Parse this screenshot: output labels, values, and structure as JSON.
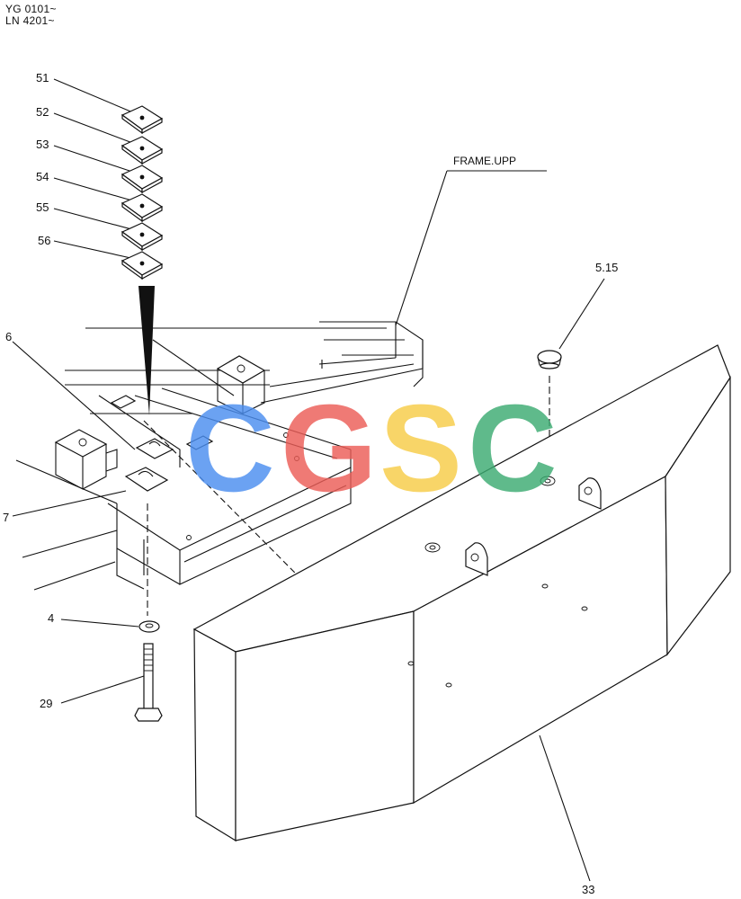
{
  "header": {
    "line1": "YG 0101~",
    "line2": "LN 4201~"
  },
  "labels": {
    "p51": "51",
    "p52": "52",
    "p53": "53",
    "p54": "54",
    "p55": "55",
    "p56": "56",
    "p6": "6",
    "p7": "7",
    "p4": "4",
    "p29": "29",
    "p515": "5.15",
    "p33": "33",
    "frame": "FRAME.UPP"
  },
  "watermark": {
    "letters": [
      "C",
      "G",
      "S",
      "C"
    ],
    "colors": [
      "#4b8ef0",
      "#ec5d57",
      "#f7cd48",
      "#3cac72"
    ]
  }
}
